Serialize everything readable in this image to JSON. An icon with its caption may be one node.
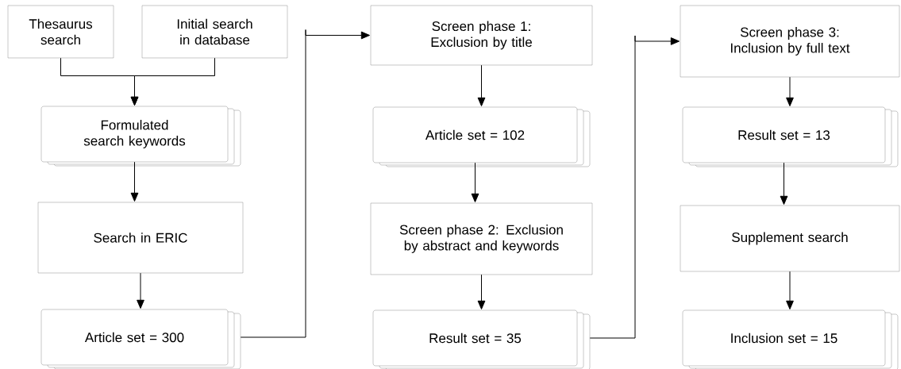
{
  "diagram": {
    "nodes": [
      {
        "text": [
          "Thesaurus search"
        ]
      },
      {
        "text": [
          "Initial search in database"
        ]
      },
      {
        "text": [
          "Formulated search keywords"
        ]
      },
      {
        "text": [
          "Search in ERIC"
        ]
      },
      {
        "text": [
          "Article set = 300"
        ]
      },
      {
        "text": [
          "Screen phase 1: Exclusion by title"
        ]
      },
      {
        "text": [
          "Article set = 102"
        ]
      },
      {
        "text": [
          "Screen phase 2: Exclusion by abstract and keywords"
        ]
      },
      {
        "text": [
          "Result set = 35"
        ]
      },
      {
        "text": [
          "Screen phase 3: Inclusion by full text"
        ]
      },
      {
        "text": [
          "Result set = 13"
        ]
      },
      {
        "text": [
          "Supplement search"
        ]
      },
      {
        "text": [
          "Inclusion set = 15"
        ]
      }
    ],
    "edges": [
      {
        "from": 0,
        "to": 2,
        "arrow": "to"
      },
      {
        "from": 1,
        "to": 2,
        "arrow": "to"
      },
      {
        "from": 2,
        "to": 3,
        "arrow": "to"
      },
      {
        "from": 3,
        "to": 4,
        "arrow": "to"
      },
      {
        "from": 4,
        "to": 5,
        "arrow": "to"
      },
      {
        "from": 5,
        "to": 6,
        "arrow": "to"
      },
      {
        "from": 6,
        "to": 7,
        "arrow": "to"
      },
      {
        "from": 7,
        "to": 8,
        "arrow": "to"
      },
      {
        "from": 8,
        "to": 9,
        "arrow": "to"
      },
      {
        "from": 9,
        "to": 10,
        "arrow": "to"
      },
      {
        "from": 10,
        "to": 11,
        "arrow": "to"
      },
      {
        "from": 11,
        "to": 12,
        "arrow": "to"
      }
    ]
  }
}
